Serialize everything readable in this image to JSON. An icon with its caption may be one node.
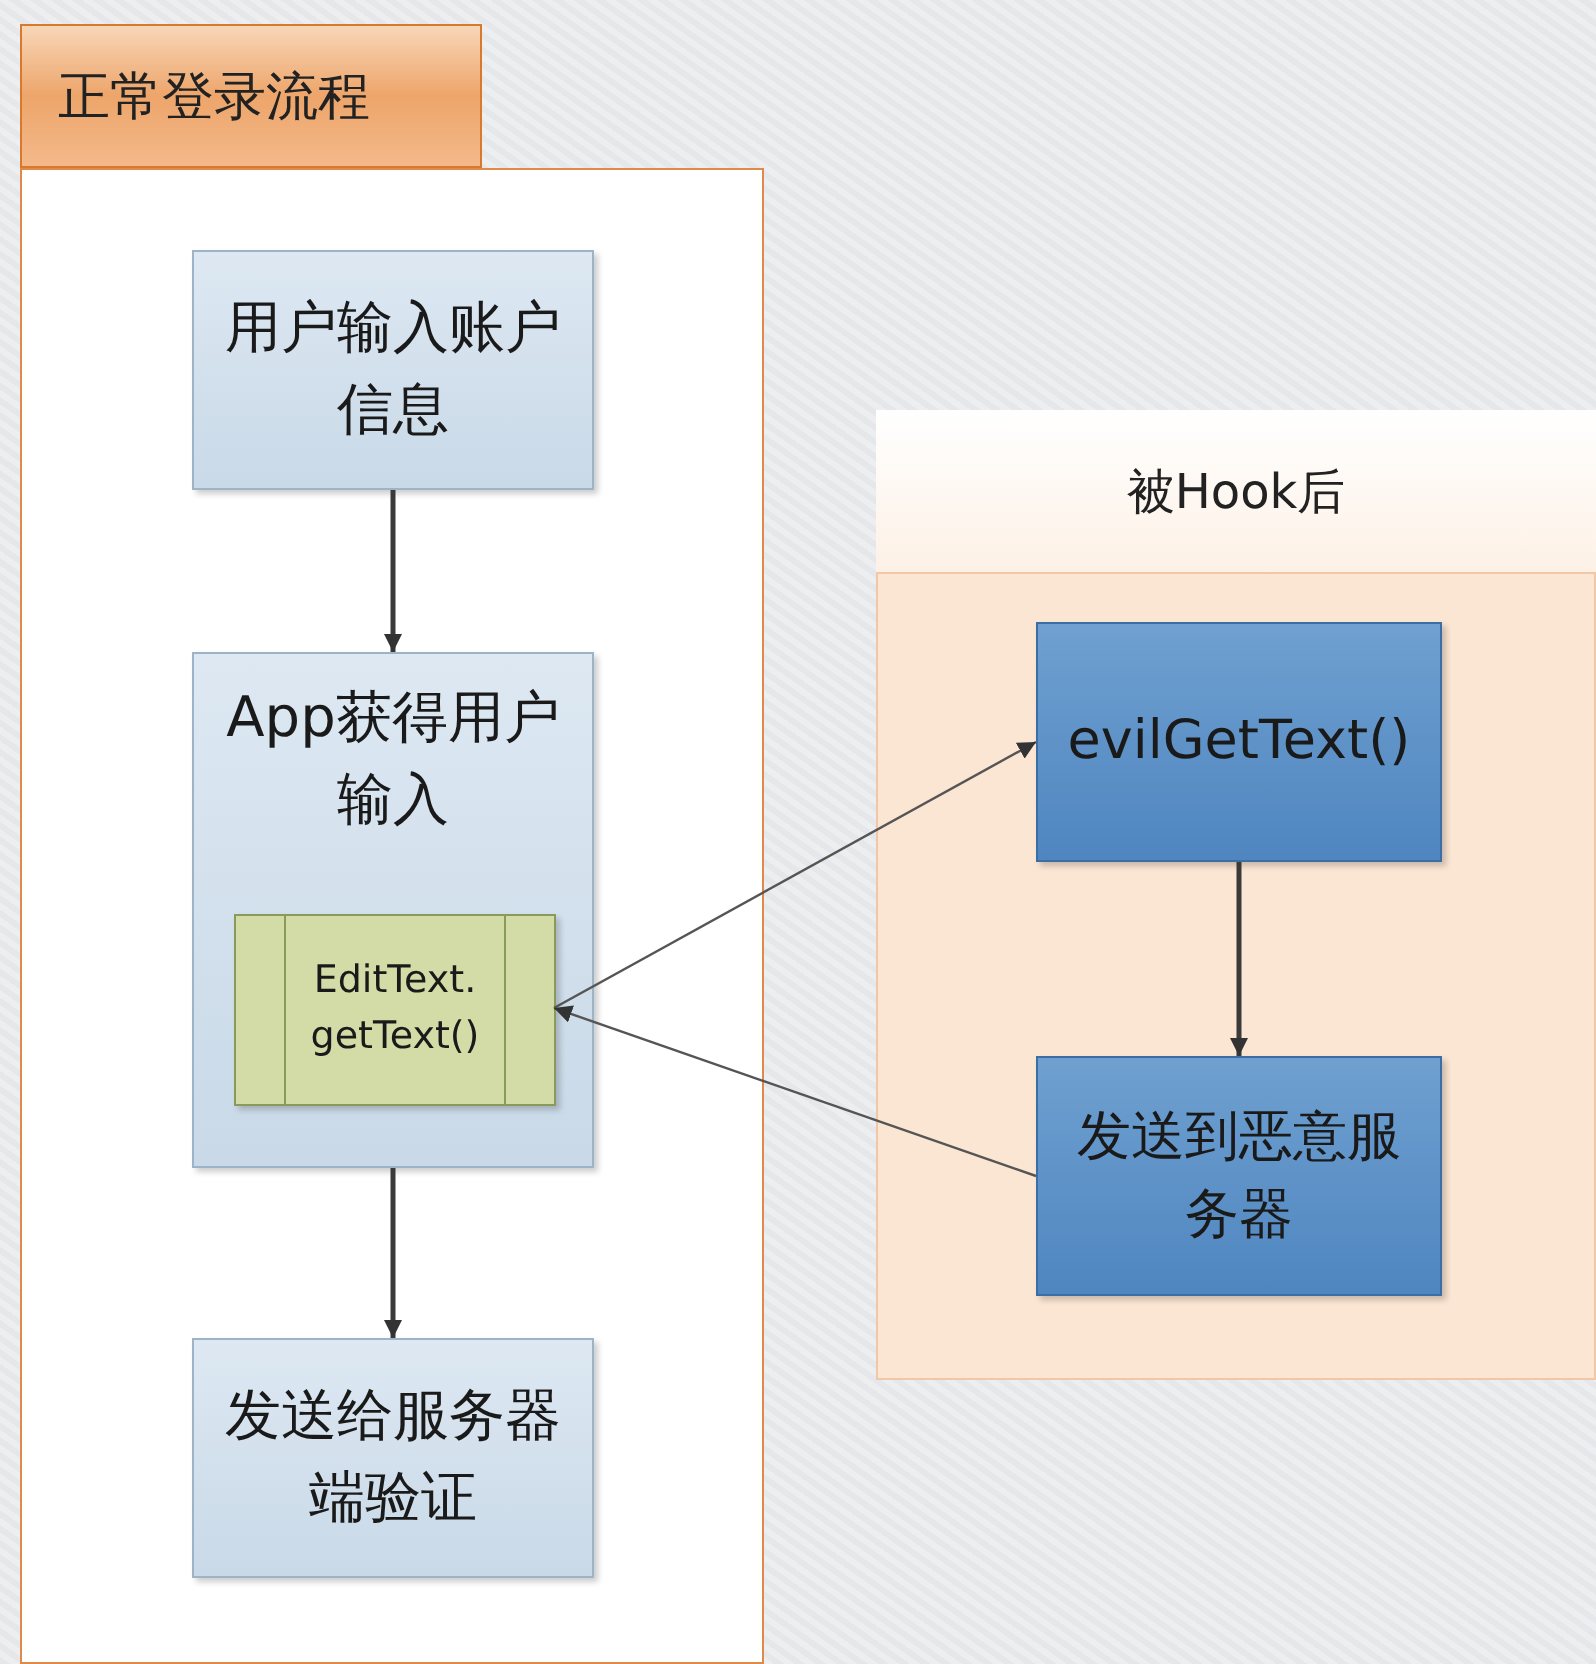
{
  "diagram": {
    "nodes": [
      {
        "text": [
          "正常登录流程"
        ]
      },
      {
        "text": [
          "用户输入账户信息"
        ],
        "in": 0
      },
      {
        "text": [
          "App获得用户输入"
        ],
        "in": 0
      },
      {
        "text": [
          "EditText. getText()"
        ],
        "in": 2
      },
      {
        "text": [
          "发送给服务器端验证"
        ],
        "in": 0
      },
      {
        "text": [
          "被Hook后"
        ]
      },
      {
        "text": [
          "evilGetText()"
        ],
        "in": 5
      },
      {
        "text": [
          "发送到恶意服务器"
        ],
        "in": 5
      }
    ],
    "edges": [
      {
        "from": 1,
        "to": 2,
        "arrow": "to"
      },
      {
        "from": 2,
        "to": 4,
        "arrow": "to"
      },
      {
        "from": 3,
        "to": 6,
        "arrow": "to"
      },
      {
        "from": 6,
        "to": 7,
        "arrow": "to"
      },
      {
        "from": 7,
        "to": 3,
        "arrow": "to"
      }
    ]
  }
}
